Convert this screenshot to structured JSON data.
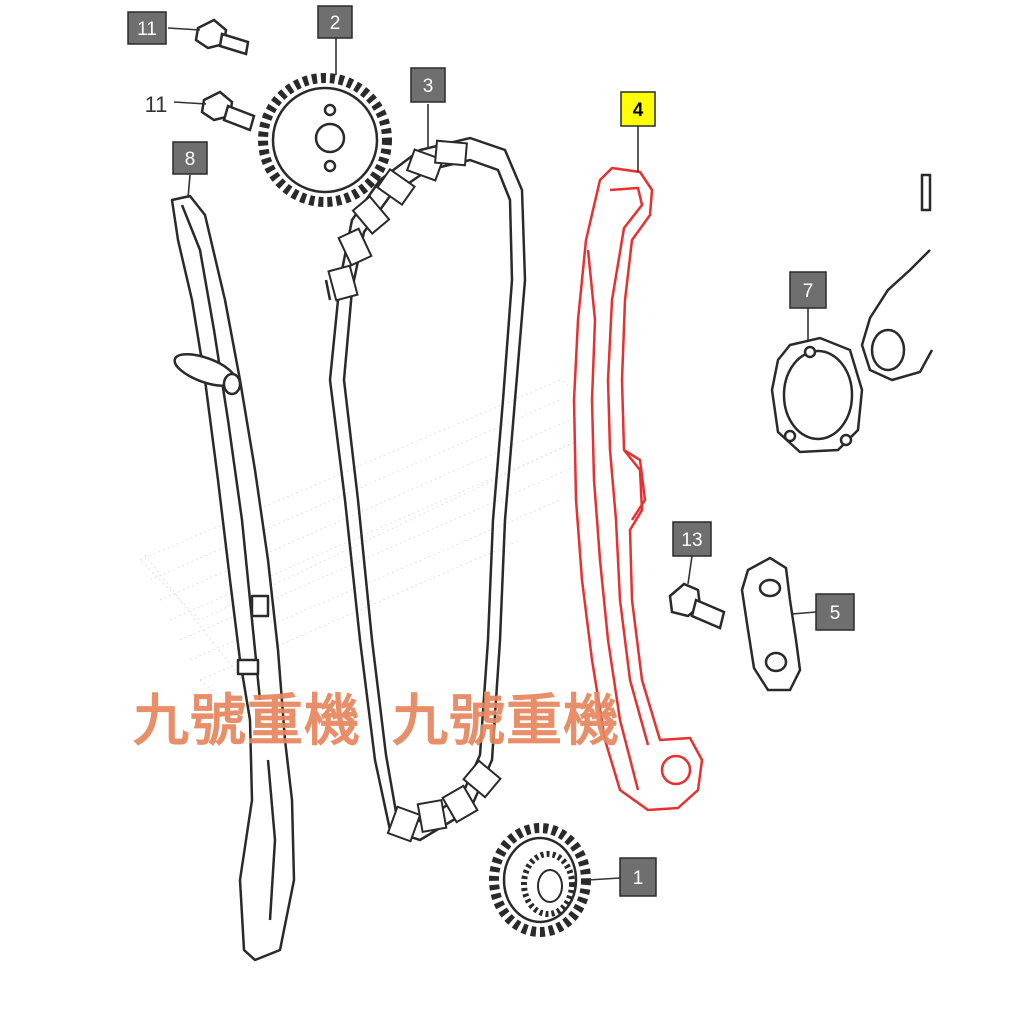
{
  "callouts": {
    "c1": "1",
    "c2": "2",
    "c3": "3",
    "c4": "4",
    "c5": "5",
    "c7": "7",
    "c8": "8",
    "c11a": "11",
    "c11b": "11",
    "c13": "13"
  },
  "watermark": {
    "text_left": "九號重機",
    "text_right": "九號重機"
  },
  "colors": {
    "highlight_part": "#e83030",
    "highlight_callout": "#ffff00",
    "callout_box": "#6f6f6f",
    "line": "#333333",
    "watermark": "#e7865e"
  },
  "highlighted_part": "4"
}
